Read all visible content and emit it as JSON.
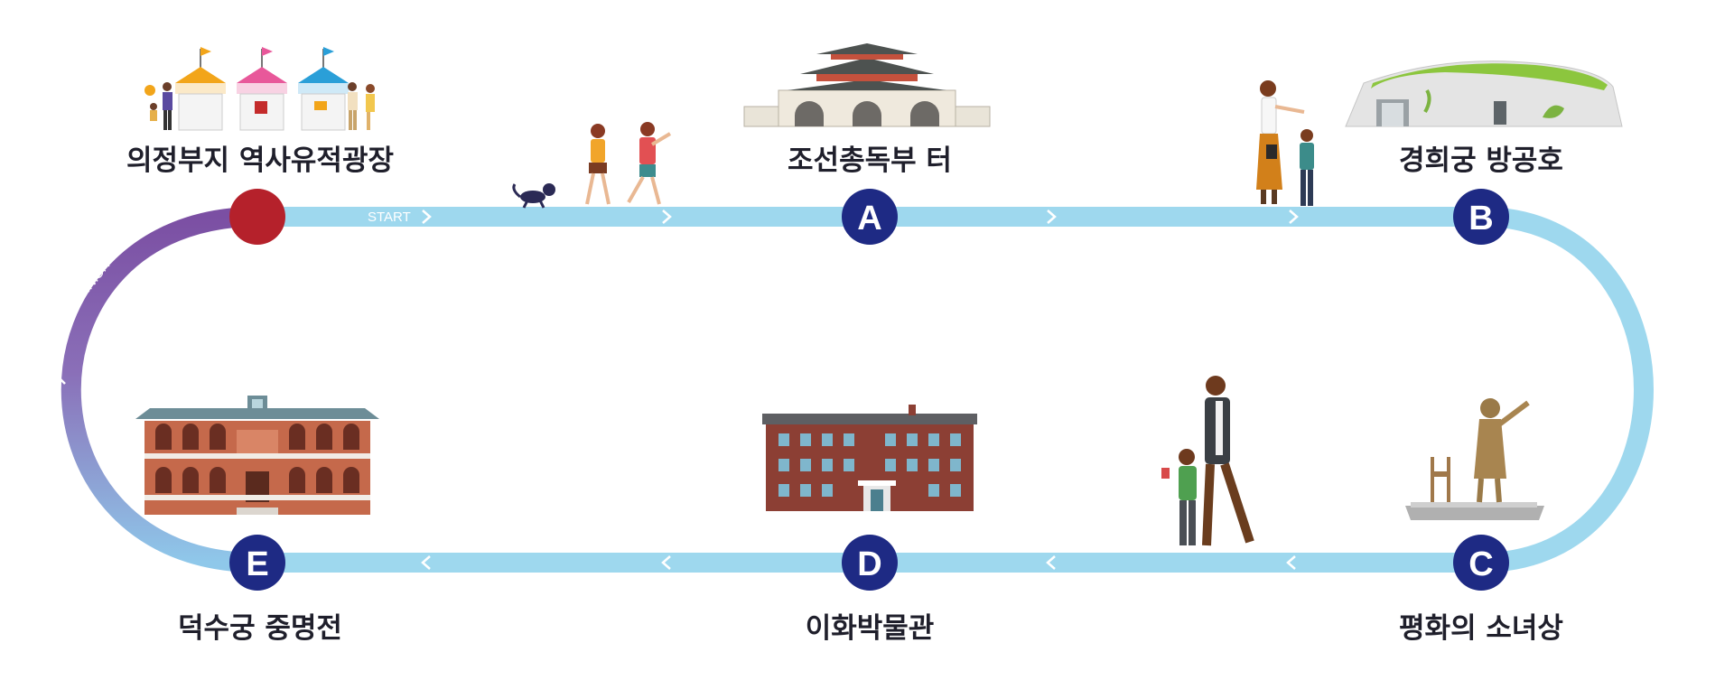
{
  "route": {
    "start_label": "START",
    "finish_label": "FINISH"
  },
  "stops": {
    "start": {
      "label": "의정부지 역사유적광장"
    },
    "a": {
      "letter": "A",
      "label": "조선총독부 터"
    },
    "b": {
      "letter": "B",
      "label": "경희궁 방공호"
    },
    "c": {
      "letter": "C",
      "label": "평화의 소녀상"
    },
    "d": {
      "letter": "D",
      "label": "이화박물관"
    },
    "e": {
      "letter": "E",
      "label": "덕수궁 중명전"
    }
  },
  "colors": {
    "path": "#9ed8ee",
    "path_finish_top": "#7b4fa3",
    "path_finish_bottom": "#8fc8ea",
    "stop_circle": "#1e2a84",
    "start_circle": "#b5212b",
    "label_text": "#1f1f2b"
  }
}
